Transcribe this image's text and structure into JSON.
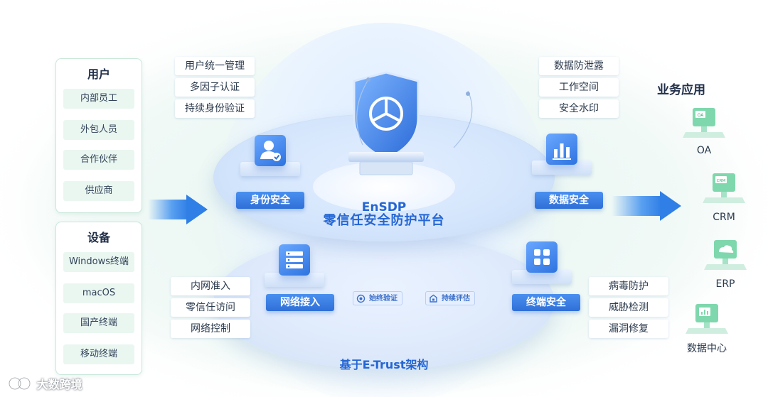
{
  "users_panel": {
    "title": "用户",
    "items": [
      "内部员工",
      "外包人员",
      "合作伙伴",
      "供应商"
    ]
  },
  "devices_panel": {
    "title": "设备",
    "items": [
      "Windows终端",
      "macOS",
      "国产终端",
      "移动终端"
    ]
  },
  "platform": {
    "name_en": "EnSDP",
    "name_cn": "零信任安全防护平台",
    "architecture": "基于E-Trust架构"
  },
  "modules": {
    "identity": {
      "label": "身份安全",
      "features": [
        "用户统一管理",
        "多因子认证",
        "持续身份验证"
      ]
    },
    "data": {
      "label": "数据安全",
      "features": [
        "数据防泄露",
        "工作空间",
        "安全水印"
      ]
    },
    "network": {
      "label": "网络接入",
      "features": [
        "内网准入",
        "零信任访问",
        "网络控制"
      ]
    },
    "endpoint": {
      "label": "终端安全",
      "features": [
        "病毒防护",
        "威胁检测",
        "漏洞修复"
      ]
    }
  },
  "badges": {
    "continuous_verify": "始终验证",
    "continuous_assess": "持续评估"
  },
  "business": {
    "title": "业务应用",
    "apps": [
      {
        "label": "OA",
        "icon": "oa-monitor-icon",
        "screen": "OA"
      },
      {
        "label": "CRM",
        "icon": "crm-monitor-icon",
        "screen": "CRM"
      },
      {
        "label": "ERP",
        "icon": "erp-monitor-icon",
        "screen": ""
      },
      {
        "label": "数据中心",
        "icon": "datacenter-monitor-icon",
        "screen": ""
      }
    ]
  },
  "watermark": "大数跨境",
  "colors": {
    "primary_blue": "#2f6fd8",
    "mint_panel": "#eaf7f1",
    "mint_border": "#c9e7da",
    "arrow_blue": "#2f7fe6"
  }
}
